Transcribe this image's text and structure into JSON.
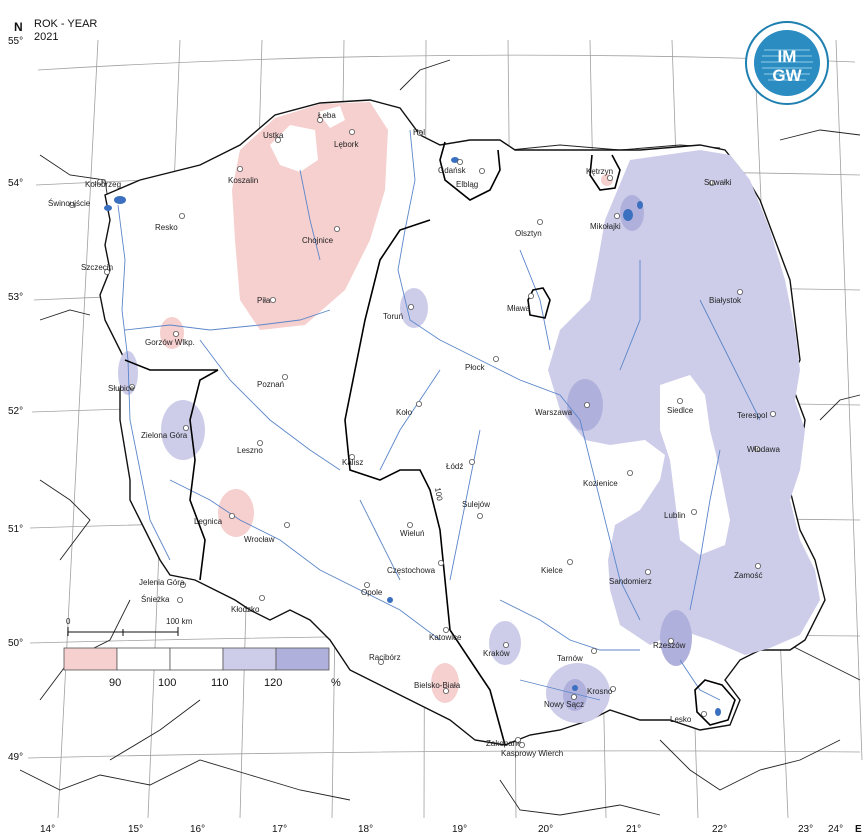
{
  "header": {
    "north_letter": "N",
    "title": "ROK - YEAR",
    "year": "2021"
  },
  "logo": {
    "top_text": "IM",
    "bottom_text": "GW",
    "ring_color": "#1e7fb0"
  },
  "colors": {
    "below_90": "#f6cfcf",
    "from_90_to_110": "#ffffff",
    "from_110_to_120": "#cdcdea",
    "above_120": "#b0b0dc",
    "river": "#5b86c9",
    "border": "#111111",
    "grid": "#9a9a9a",
    "isoline_100": "#000000"
  },
  "axes": {
    "lat_labels": [
      "55°",
      "54°",
      "53°",
      "52°",
      "51°",
      "50°",
      "49°"
    ],
    "lon_labels": [
      "14°",
      "15°",
      "16°",
      "17°",
      "18°",
      "19°",
      "20°",
      "21°",
      "22°",
      "23°",
      "24°"
    ],
    "east_letter": "E"
  },
  "isoline_label": "100",
  "scale_bar": {
    "start": "0",
    "end": "100 km"
  },
  "legend": {
    "boundaries": [
      "90",
      "100",
      "110",
      "120"
    ],
    "unit": "%"
  },
  "cities": [
    {
      "name": "Łeba"
    },
    {
      "name": "Ustka"
    },
    {
      "name": "Lębork"
    },
    {
      "name": "Hel"
    },
    {
      "name": "Kołobrzeg"
    },
    {
      "name": "Koszalin"
    },
    {
      "name": "Gdańsk"
    },
    {
      "name": "Elbląg"
    },
    {
      "name": "Kętrzyn"
    },
    {
      "name": "Suwałki"
    },
    {
      "name": "Świnoujście"
    },
    {
      "name": "Resko"
    },
    {
      "name": "Chojnice"
    },
    {
      "name": "Olsztyn"
    },
    {
      "name": "Mikołajki"
    },
    {
      "name": "Szczecin"
    },
    {
      "name": "Piła"
    },
    {
      "name": "Toruń"
    },
    {
      "name": "Mława"
    },
    {
      "name": "Białystok"
    },
    {
      "name": "Gorzów Wlkp."
    },
    {
      "name": "Płock"
    },
    {
      "name": "Słubice"
    },
    {
      "name": "Poznań"
    },
    {
      "name": "Warszawa"
    },
    {
      "name": "Siedlce"
    },
    {
      "name": "Koło"
    },
    {
      "name": "Terespol"
    },
    {
      "name": "Zielona Góra"
    },
    {
      "name": "Leszno"
    },
    {
      "name": "Kalisz"
    },
    {
      "name": "Łódź"
    },
    {
      "name": "Kozienice"
    },
    {
      "name": "Włodawa"
    },
    {
      "name": "Legnica"
    },
    {
      "name": "Sulejów"
    },
    {
      "name": "Wrocław"
    },
    {
      "name": "Wieluń"
    },
    {
      "name": "Lublin"
    },
    {
      "name": "Jelenia Góra"
    },
    {
      "name": "Śnieżka"
    },
    {
      "name": "Częstochowa"
    },
    {
      "name": "Kielce"
    },
    {
      "name": "Sandomierz"
    },
    {
      "name": "Zamość"
    },
    {
      "name": "Kłodzko"
    },
    {
      "name": "Opole"
    },
    {
      "name": "Katowice"
    },
    {
      "name": "Racibórz"
    },
    {
      "name": "Kraków"
    },
    {
      "name": "Tarnów"
    },
    {
      "name": "Rzeszów"
    },
    {
      "name": "Bielsko-Biała"
    },
    {
      "name": "Krosno"
    },
    {
      "name": "Nowy Sącz"
    },
    {
      "name": "Lesko"
    },
    {
      "name": "Zakopane"
    },
    {
      "name": "Kasprowy Wierch"
    }
  ]
}
